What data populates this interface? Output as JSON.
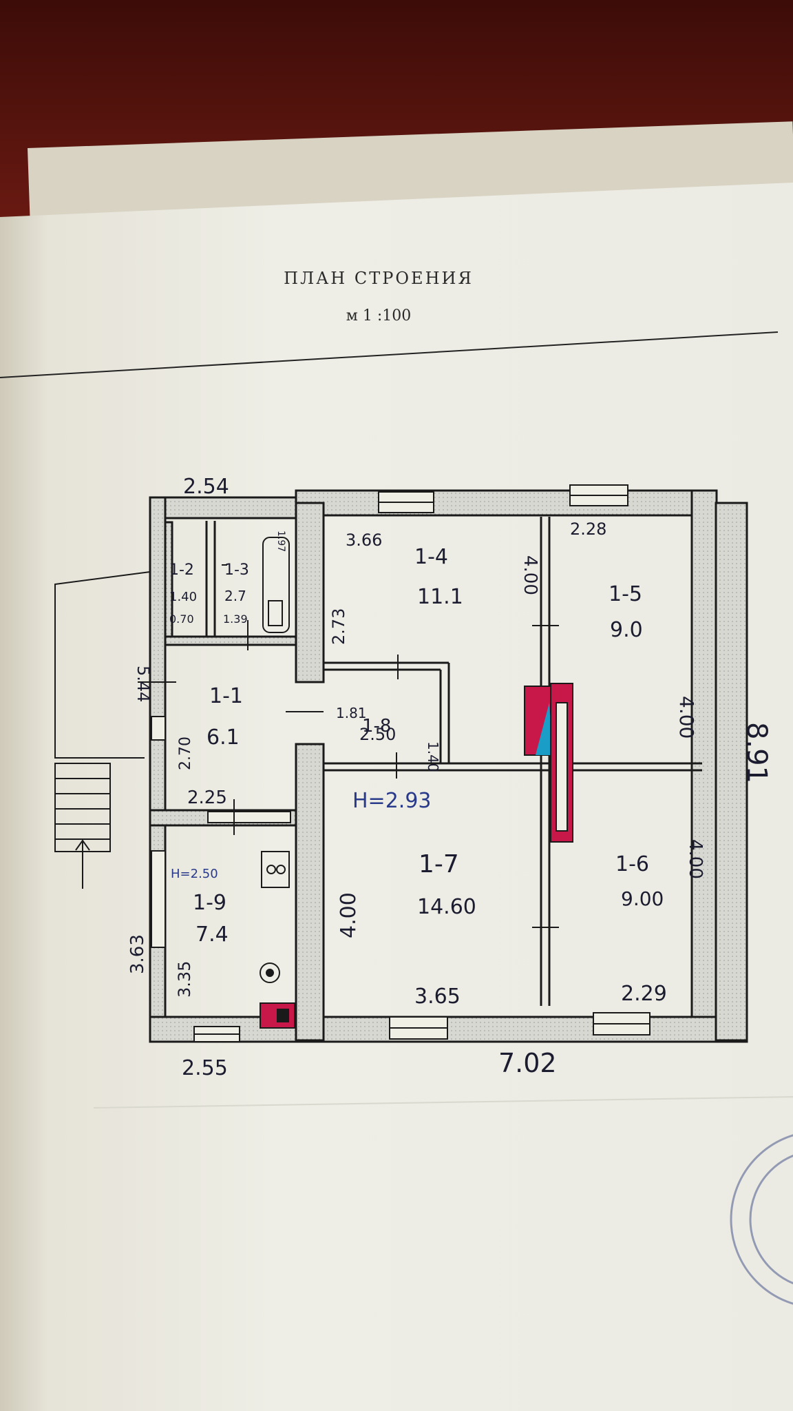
{
  "header": {
    "title": "ПЛАН СТРОЕНИЯ",
    "scale": "м 1 :100"
  },
  "rooms": [
    {
      "id": "1-1",
      "area": "6.1"
    },
    {
      "id": "1-2",
      "area": "1.40"
    },
    {
      "id": "1-3",
      "area": "2.7"
    },
    {
      "id": "1-4",
      "area": "11.1"
    },
    {
      "id": "1-5",
      "area": "9.0"
    },
    {
      "id": "1-6",
      "area": "9.00"
    },
    {
      "id": "1-7",
      "area": "14.60"
    },
    {
      "id": "1-8",
      "area": "2.50"
    },
    {
      "id": "1-9",
      "area": "7.4"
    }
  ],
  "dimensions": {
    "top_left": "2.54",
    "d_366": "3.66",
    "d_228": "2.28",
    "d_273": "2.73",
    "d_400_a": "4.00",
    "d_400_b": "4.00",
    "d_400_c": "4.00",
    "d_400_d": "4.00",
    "d_544": "5.44",
    "d_891": "8.91",
    "d_181": "1.81",
    "d_140_b": "1.40",
    "d_270": "2.70",
    "d_225": "2.25",
    "d_363": "3.63",
    "d_335": "3.35",
    "d_255": "2.55",
    "d_365": "3.65",
    "d_229": "2.29",
    "d_702": "7.02",
    "d_070": "0.70",
    "d_139": "1.39",
    "d_197": "1.97"
  },
  "heights": {
    "h_main": "H=2.93",
    "h_kitchen": "H=2.50"
  },
  "colors": {
    "wall_fill": "#d8d8d2",
    "ink": "#1c1c30",
    "stove_red": "#c8184a",
    "stove_cyan": "#1a9ec8"
  }
}
